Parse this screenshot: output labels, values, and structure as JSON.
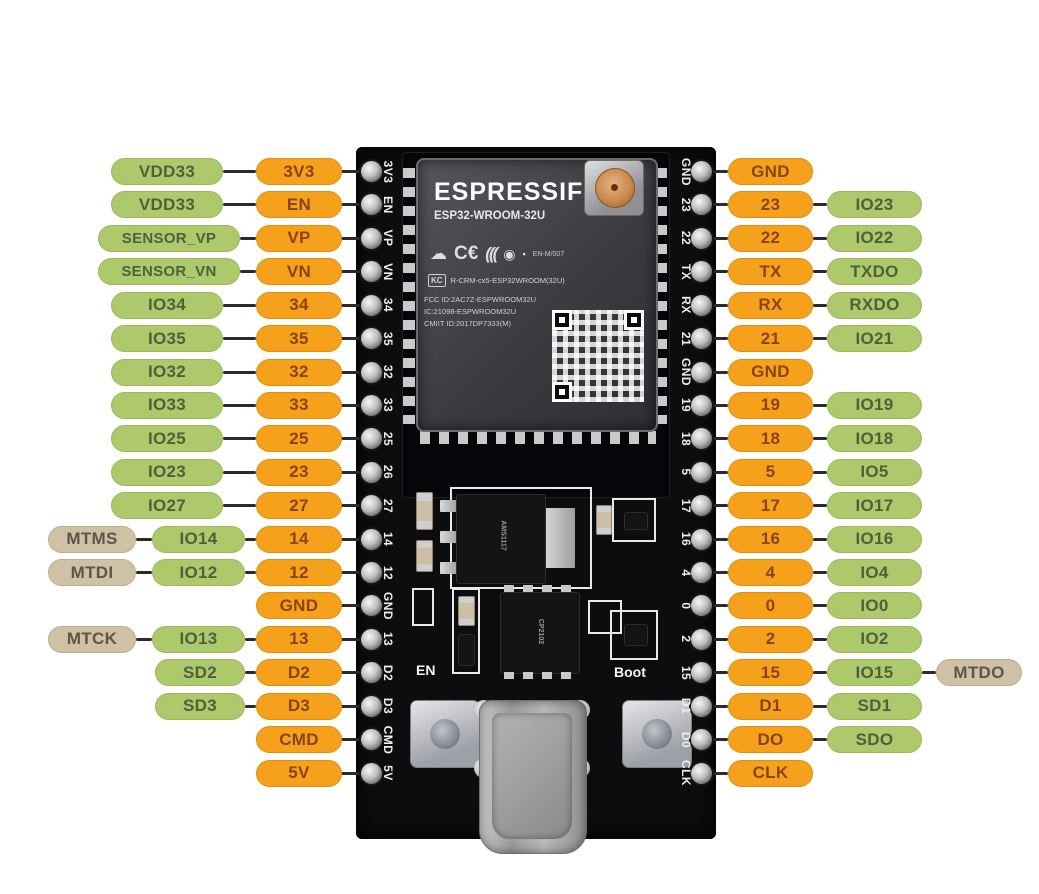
{
  "diagram": {
    "left_rows": [
      {
        "outer": "VDD33",
        "inner": "3V3"
      },
      {
        "outer": "VDD33",
        "inner": "EN"
      },
      {
        "outer": "SENSOR_VP",
        "inner": "VP"
      },
      {
        "outer": "SENSOR_VN",
        "inner": "VN"
      },
      {
        "outer": "IO34",
        "inner": "34"
      },
      {
        "outer": "IO35",
        "inner": "35"
      },
      {
        "outer": "IO32",
        "inner": "32"
      },
      {
        "outer": "IO33",
        "inner": "33"
      },
      {
        "outer": "IO25",
        "inner": "25"
      },
      {
        "outer": "IO23",
        "inner": "23"
      },
      {
        "outer": "IO27",
        "inner": "27"
      },
      {
        "tan": "MTMS",
        "outer": "IO14",
        "inner": "14"
      },
      {
        "tan": "MTDI",
        "outer": "IO12",
        "inner": "12"
      },
      {
        "inner": "GND"
      },
      {
        "tan": "MTCK",
        "outer": "IO13",
        "inner": "13"
      },
      {
        "outer": "SD2",
        "inner": "D2"
      },
      {
        "outer": "SD3",
        "inner": "D3"
      },
      {
        "inner": "CMD"
      },
      {
        "inner": "5V"
      }
    ],
    "right_rows": [
      {
        "inner": "GND"
      },
      {
        "inner": "23",
        "outer": "IO23"
      },
      {
        "inner": "22",
        "outer": "IO22"
      },
      {
        "inner": "TX",
        "outer": "TXDO"
      },
      {
        "inner": "RX",
        "outer": "RXDO"
      },
      {
        "inner": "21",
        "outer": "IO21"
      },
      {
        "inner": "GND"
      },
      {
        "inner": "19",
        "outer": "IO19"
      },
      {
        "inner": "18",
        "outer": "IO18"
      },
      {
        "inner": "5",
        "outer": "IO5"
      },
      {
        "inner": "17",
        "outer": "IO17"
      },
      {
        "inner": "16",
        "outer": "IO16"
      },
      {
        "inner": "4",
        "outer": "IO4"
      },
      {
        "inner": "0",
        "outer": "IO0"
      },
      {
        "inner": "2",
        "outer": "IO2"
      },
      {
        "inner": "15",
        "outer": "IO15",
        "tan": "MTDO"
      },
      {
        "inner": "D1",
        "outer": "SD1"
      },
      {
        "inner": "DO",
        "outer": "SDO"
      },
      {
        "inner": "CLK"
      }
    ],
    "board": {
      "left_silk": [
        "3V3",
        "EN",
        "VP",
        "VN",
        "34",
        "35",
        "32",
        "33",
        "25",
        "26",
        "27",
        "14",
        "12",
        "GND",
        "13",
        "D2",
        "D3",
        "CMD",
        "5V"
      ],
      "right_silk": [
        "GND",
        "23",
        "22",
        "TX",
        "RX",
        "21",
        "GND",
        "19",
        "18",
        "5",
        "17",
        "16",
        "4",
        "0",
        "2",
        "15",
        "D1",
        "D0",
        "CLK"
      ],
      "module": {
        "brand": "ESPRESSIF",
        "model": "ESP32-WROOM-32U",
        "cert_small_text": "EN-M/007",
        "kc_text": "R-CRM-cx5-ESP32WROOM(32U)",
        "fcc_lines": [
          "FCC ID:2AC7Z-ESPWROOM32U",
          "IC:21098-ESPWROOM32U",
          "CMIIT ID:2017DP7333(M)"
        ]
      },
      "buttons": {
        "en": "EN",
        "boot": "Boot"
      },
      "chips": {
        "regulator": "AMS1117",
        "usb_uart": "CP2102"
      }
    },
    "icons": {
      "cloud": "☁",
      "ce": "C€",
      "rf_arcs": "(((",
      "kcc_circle": "◉",
      "cert_square": "▪",
      "kc_mark": "KC"
    },
    "colors": {
      "green": "#adc96c",
      "orange": "#f6a11b",
      "tan": "#cfc2a4",
      "green_text": "#50603a",
      "orange_text": "#8a4413",
      "tan_text": "#5c564a",
      "board": "#0d0d0f",
      "silk": "#ededed"
    }
  }
}
